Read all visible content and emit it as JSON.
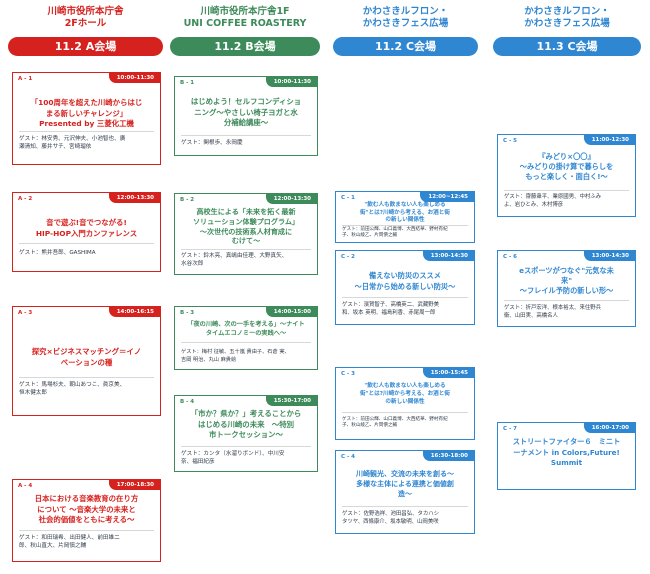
{
  "colors": {
    "red": "#d6221f",
    "green": "#3d8a5a",
    "blue": "#2f86d1"
  },
  "columns": [
    {
      "place": "川崎市役所本庁舎\n2Fホール",
      "venue": "11.2 A会場",
      "color": "red"
    },
    {
      "place": "川崎市役所本庁舎1F\nUNI COFFEE ROASTERY",
      "venue": "11.2 B会場",
      "color": "green"
    },
    {
      "place": "かわさきルフロン・\nかわさきフェス広場",
      "venue": "11.2 C会場",
      "color": "blue"
    },
    {
      "place": "かわさきルフロン・\nかわさきフェス広場",
      "venue": "11.3 C会場",
      "color": "blue"
    }
  ],
  "sessions": {
    "a1": {
      "code": "A - 1",
      "time": "10:00-11:30",
      "title": "「100周年を超えた川崎からはじ\nまる新しいチャレンジ」\nPresented by 三菱化工機",
      "guest": "ゲスト：林安秀、元沢伸夫、小池智也、廣\n瀬清知、藤井サチ、宮崎瑠依"
    },
    "a2": {
      "code": "A - 2",
      "time": "12:00-13:30",
      "title": "音で遊ぶ!音でつながる!\nHIP-HOP入門カンファレンス",
      "guest": "ゲスト：熊井吾郎、GASHIMA"
    },
    "a3": {
      "code": "A - 3",
      "time": "14:00-16:15",
      "title": "探究×ビジネスマッチング＝イノ\nベーションの種",
      "guest": "ゲスト：馬場杉夫、朝山あつこ、眞京美、\n恒木健太郎"
    },
    "a4": {
      "code": "A - 4",
      "time": "17:00-18:30",
      "title": "日本における音楽教育の在り方\nについて ～音楽大学の未来と\n社会的価値をともに考える～",
      "guest": "ゲスト：和田瑞希、出田健人、前田雄二\n郎、秋山直大、片岡愼之輔"
    },
    "b1": {
      "code": "B - 1",
      "time": "10:00-11:30",
      "title": "はじめよう！セルフコンディショ\nニング～やさしい椅子ヨガと水\n分補給講座～",
      "guest": "ゲスト：関根歩、永岡慶"
    },
    "b2": {
      "code": "B - 2",
      "time": "12:00-13:30",
      "title": "高校生による「未来を拓く最新\nソリューション体験プログラム」\n～次世代の技術系人材育成に\nむけて～",
      "guest": "ゲスト：鈴木亮、真嶋由佳理、大野真矢、\n水谷次郎"
    },
    "b3": {
      "code": "B - 3",
      "time": "14:00-15:00",
      "title": "「夜の川崎、次の一手を考える」～ナイト\nタイムエコノミーの実践へ～",
      "guest": "ゲスト：梅村 征敏、五十嵐 貴由子、石倉 実、\n吉岡 明治、丸山 麻貴絵"
    },
    "b4": {
      "code": "B - 4",
      "time": "15:30-17:00",
      "title": "「市か？県か？」考えることから\nはじめる川崎の未来　～特別\n市トークセッション～",
      "guest": "ゲスト：カンタ（水溜りボンド）、中川安\n奈、福田紀彦"
    },
    "c1": {
      "code": "C - 1",
      "time": "12:00~12:45",
      "title": "\"飲む人も飲まない人も楽しめる\n街\"とは?川崎から考える、お酒と街\nの新しい関係性",
      "guest": "ゲスト：前田公輝、山口義博、大西結華、野村有紀\n子、秋山綾乙、片岡愼之輔"
    },
    "c2": {
      "code": "C - 2",
      "time": "13:00-14:30",
      "title": "備えない防災のススメ\n～日常から始める新しい防災～",
      "guest": "ゲスト：濱賀智子、高橋英二、武藏野美\n和、坂本 英明、福島利香、赤尾周一郎"
    },
    "c3": {
      "code": "C - 3",
      "time": "15:00-15:45",
      "title": "\"飲む人も飲まない人も楽しめる\n街\"とは?川崎から考える、お酒と街\nの新しい関係性",
      "guest": "ゲスト：前田公輝、山口義博、大西結華、野村有紀\n子、秋山綾乙、片岡愼之輔"
    },
    "c4": {
      "code": "C - 4",
      "time": "16:30-18:00",
      "title": "川崎観光、交流の未来を創る～\n多様な主体による連携と価値創\n造～",
      "guest": "ゲスト：佐野浩祥、池田昌弘、タカハシ\nタツヤ、西條康介、坂本敏明、山岡美咲"
    },
    "c5": {
      "code": "C - 5",
      "time": "11:00-12:30",
      "title": "『みどり×〇〇』\n～みどりの掛け算で暮らしを\nもっと楽しく・面白く!～",
      "guest": "ゲスト：齋藤衆平、業原國男、中村ふみ\nよ、岩ひとみ、木村博彦"
    },
    "c6": {
      "code": "C - 6",
      "time": "13:00-14:30",
      "title": "eスポーツがつなぐ\"元気な未\n来\"\n～フレイル予防の新しい形～",
      "guest": "ゲスト：折戸宏洋、根本裕太、来住野兵\n衛、山田実、高橋名人"
    },
    "c7": {
      "code": "C - 7",
      "time": "16:00-17:00",
      "title": "ストリートファイター６　ミニト\nーナメント in Colors,Future!\nSummit",
      "guest": ""
    }
  }
}
